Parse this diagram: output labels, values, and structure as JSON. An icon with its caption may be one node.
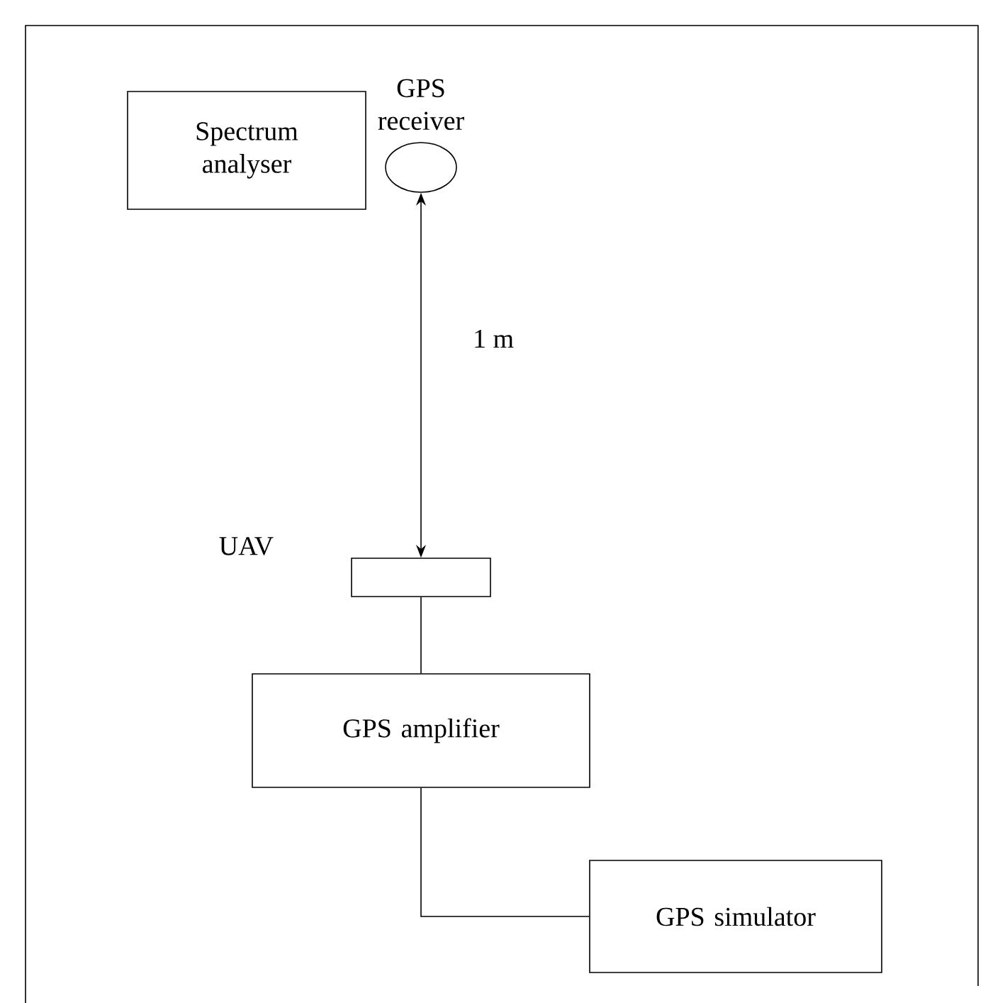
{
  "diagram": {
    "nodes": [
      {
        "text": [
          "Spectrum analyser"
        ]
      },
      {
        "text": [
          "GPS receiver"
        ]
      },
      {
        "text": [
          "UAV"
        ]
      },
      {
        "text": [
          "GPS amplifier"
        ]
      },
      {
        "text": [
          "GPS simulator"
        ]
      }
    ],
    "edges": [
      {
        "from": 1,
        "to": 2,
        "arrow": "both",
        "label": "1 m"
      },
      {
        "from": 2,
        "to": 3,
        "arrow": "none"
      },
      {
        "from": 3,
        "to": 4,
        "arrow": "none"
      }
    ]
  }
}
